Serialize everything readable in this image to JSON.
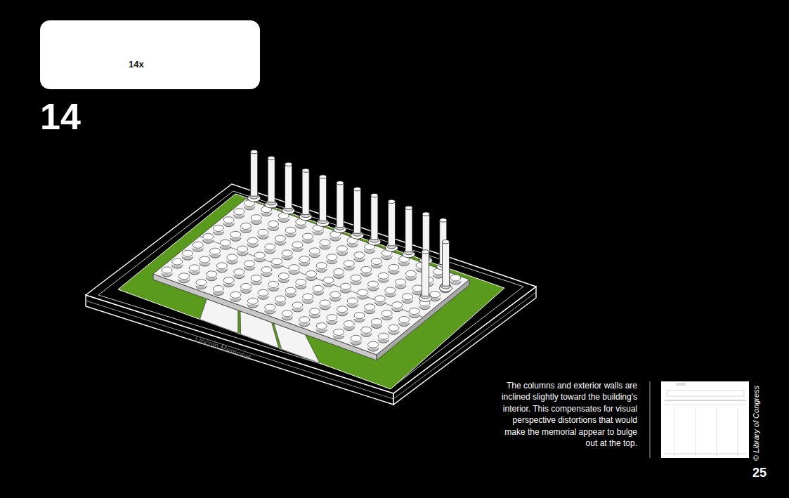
{
  "diagram": {
    "nodes": [
      {
        "text": [
          "14x"
        ]
      }
    ],
    "labels": [
      "14",
      "Lincoln Memorial",
      "The columns and exterior walls are inclined slightly toward the building's interior. This compensates for visual perspective distortions that would make the memorial appear to bulge out at the top.",
      "© Library of Congress",
      "25"
    ]
  }
}
